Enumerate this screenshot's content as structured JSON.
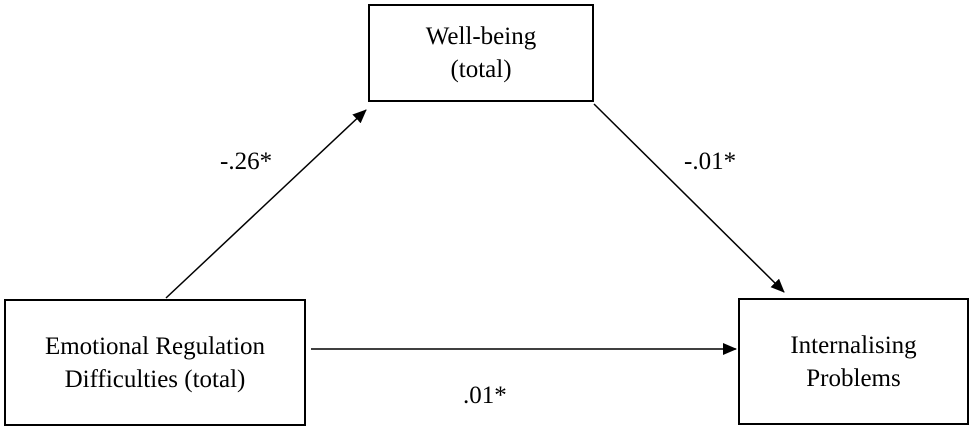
{
  "nodes": {
    "mediator": {
      "line1": "Well-being",
      "line2": "(total)"
    },
    "predictor": {
      "line1": "Emotional Regulation",
      "line2": "Difficulties (total)"
    },
    "outcome": {
      "line1": "Internalising",
      "line2": "Problems"
    }
  },
  "paths": {
    "a": {
      "coefficient": "-.26*",
      "from": "predictor",
      "to": "mediator"
    },
    "b": {
      "coefficient": "-.01*",
      "from": "mediator",
      "to": "outcome"
    },
    "c": {
      "coefficient": ".01*",
      "from": "predictor",
      "to": "outcome"
    }
  },
  "colors": {
    "line": "#000000",
    "background": "#ffffff"
  }
}
